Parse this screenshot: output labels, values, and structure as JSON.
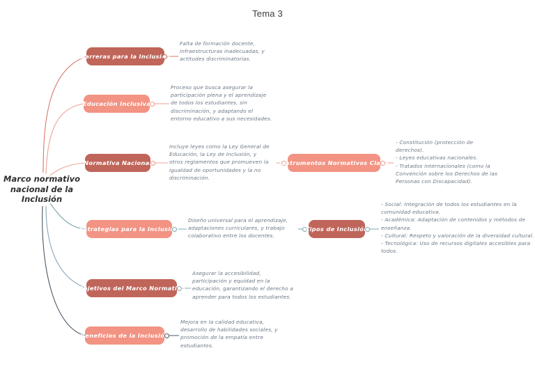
{
  "page": {
    "title": "Tema 3",
    "background": "#ffffff"
  },
  "colors": {
    "node_dark": "#c0655a",
    "node_light": "#f29383",
    "note_text": "#6b7785",
    "root_text": "#2f2f2f",
    "edge_red": "#d9766a",
    "edge_salmon": "#f0a094",
    "edge_teal": "#7fa9b0",
    "edge_blue": "#8ba6b5",
    "edge_darkblue": "#4a5a66"
  },
  "root": {
    "label": "Marco normativo nacional de la Inclusión",
    "lines": [
      "Marco",
      "normativo",
      "nacional de la",
      "Inclusión"
    ]
  },
  "branches": [
    {
      "id": "barreras",
      "label": "Barreras para la Inclusión",
      "style": "dark",
      "note": "Falta de formación docente, infraestructuras inadecuadas, y actitudes discriminatorias.",
      "note_lines": [
        "Falta de formación docente,",
        "infraestructuras inadecuadas, y",
        "actitudes discriminatorias."
      ]
    },
    {
      "id": "educacion-inclusiva",
      "label": "Educación Inclusiva",
      "style": "light",
      "note": "Proceso que busca asegurar la participación plena y el aprendizaje de todos los estudiantes, sin discriminación, y adaptando el entorno educativo a sus necesidades.",
      "note_lines": [
        "Proceso que busca asegurar la",
        "participación plena y el aprendizaje",
        "de todos los estudiantes, sin",
        "discriminación, y adaptando el",
        "entorno educativo a sus necesidades."
      ]
    },
    {
      "id": "normativa-nacional",
      "label": "Normativa Nacional",
      "style": "dark",
      "note": "Incluye leyes como la Ley General de Educación, la Ley de Inclusión, y otros reglamentos que promueven la igualdad de oportunidades y la no discriminación.",
      "note_lines": [
        "Incluye leyes como la Ley General de",
        "Educación, la Ley de Inclusión, y",
        "otros reglamentos que promueven la",
        "igualdad de oportunidades y la no",
        "discriminación."
      ]
    },
    {
      "id": "estrategias",
      "label": "Estrategias para la Inclusión",
      "style": "light",
      "note": "Diseño universal para el aprendizaje, adaptaciones curriculares, y trabajo colaborativo entre los docentes.",
      "note_lines": [
        "Diseño universal para el aprendizaje,",
        "adaptaciones curriculares, y trabajo",
        "colaborativo entre los docentes."
      ]
    },
    {
      "id": "objetivos",
      "label": "Objetivos del Marco Normativo",
      "style": "dark",
      "note": "Asegurar la accesibilidad, participación y equidad en la educación, garantizando el derecho a aprender para todos los estudiantes.",
      "note_lines": [
        "Asegurar la accesibilidad,",
        "participación y equidad en la",
        "educación, garantizando el derecho a",
        "aprender para todos los estudiantes."
      ]
    },
    {
      "id": "beneficios",
      "label": "Beneficios de la Inclusión",
      "style": "light",
      "note": "Mejora en la calidad educativa, desarrollo de habilidades sociales, y promoción de la empatía entre estudiantes.",
      "note_lines": [
        "Mejora en la calidad educativa,",
        "desarrollo de habilidades sociales, y",
        "promoción de la empatía entre",
        "estudiantes."
      ]
    }
  ],
  "subbranches": [
    {
      "id": "instrumentos",
      "label": "Instrumentos Normativos Clave",
      "style": "light",
      "parent": "normativa-nacional",
      "note": "- Constitución (protección de derechos). - Leyes educativas nacionales. - Tratados internacionales (como la Convención sobre los Derechos de las Personas con Discapacidad).",
      "note_lines": [
        "- Constitución (protección de",
        "derechos).",
        "- Leyes educativas nacionales.",
        "- Tratados internacionales (como la",
        "Convención sobre los Derechos de las",
        "Personas con Discapacidad)."
      ]
    },
    {
      "id": "tipos",
      "label": "Tipos de Inclusión",
      "style": "dark",
      "parent": "estrategias",
      "note": "- Social: Integración de todos los estudiantes en la comunidad educativa. - Académica: Adaptación de contenidos y métodos de enseñanza. - Cultural: Respeto y valoración de la diversidad cultural. - Tecnológica: Uso de recursos digitales accesibles para todos.",
      "note_lines": [
        "- Social: Integración de todos los estudiantes en la",
        "comunidad educativa.",
        "- Académica: Adaptación de contenidos y métodos de",
        "enseñanza.",
        "- Cultural: Respeto y valoración de la diversidad cultural.",
        "- Tecnológica: Uso de recursos digitales accesibles para",
        "todos."
      ]
    }
  ]
}
